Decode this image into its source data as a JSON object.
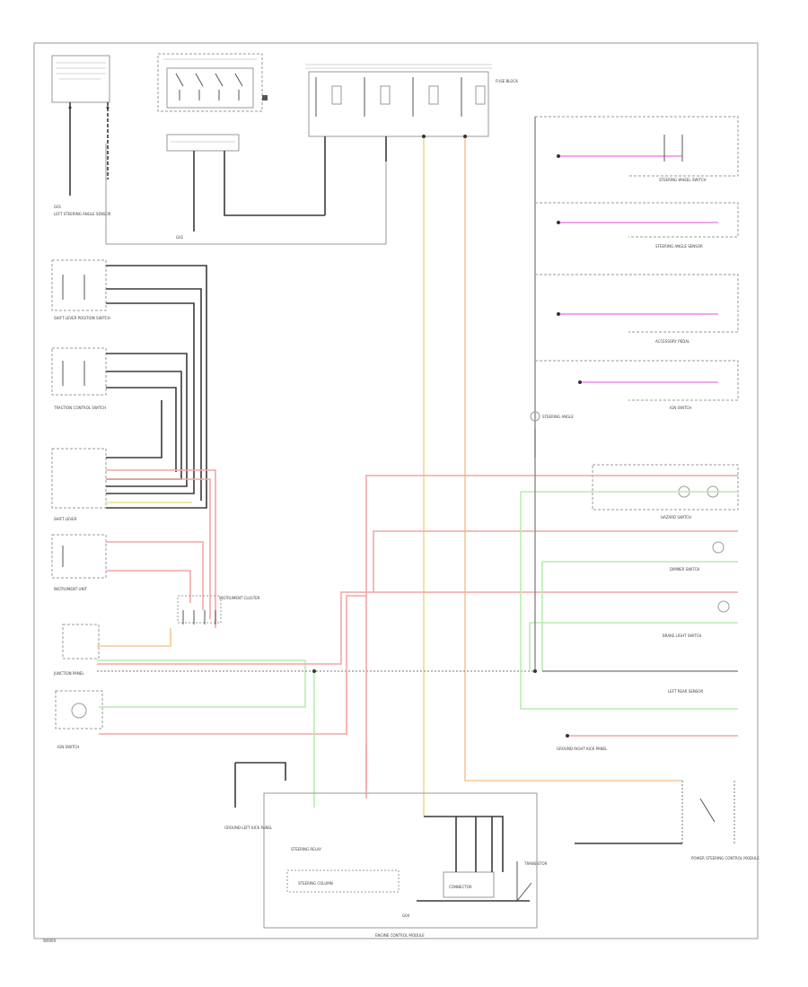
{
  "diagram": {
    "labels": {
      "hot_at_all_times_box": "",
      "steering_angle_sensor": "LEFT STEERING ANGLE SENSOR",
      "shift_lever_position": "SHIFT LEVER POSITION SWITCH",
      "traction_switch": "TRACTION CONTROL SWITCH",
      "shift_lever": "SHIFT LEVER",
      "instrument_unit": "INSTRUMENT UNIT",
      "junction_panel": "JUNCTION PANEL",
      "ign_switch": "IGN SWITCH",
      "steering_wheel_switch": "STEERING WHEEL SWITCH",
      "steering_angle_sensor_r": "STEERING ANGLE SENSOR",
      "accessory_pedal": "ACCESSORY PEDAL",
      "hazard_switch": "HAZARD SWITCH",
      "dimmer_switch": "DIMMER SWITCH",
      "brake_light_switch": "BRAKE LIGHT SWITCH",
      "left_rear_sensor": "LEFT REAR SENSOR",
      "power_steering": "POWER STEERING CONTROL MODULE",
      "instrument_cluster": "INSTRUMENT CLUSTER",
      "ground_left_kick_panel": "GROUND LEFT KICK PANEL",
      "steering_relay": "STEERING RELAY",
      "steering_column": "STEERING COLUMN",
      "connector_bottom": "CONNECTOR",
      "fuse_block": "FUSE BLOCK",
      "transistor": "TRANSISTOR",
      "ground_right": "GROUND RIGHT KICK PANEL",
      "engine_control_module": "ENGINE CONTROL MODULE",
      "footer_code": "W0000"
    }
  }
}
